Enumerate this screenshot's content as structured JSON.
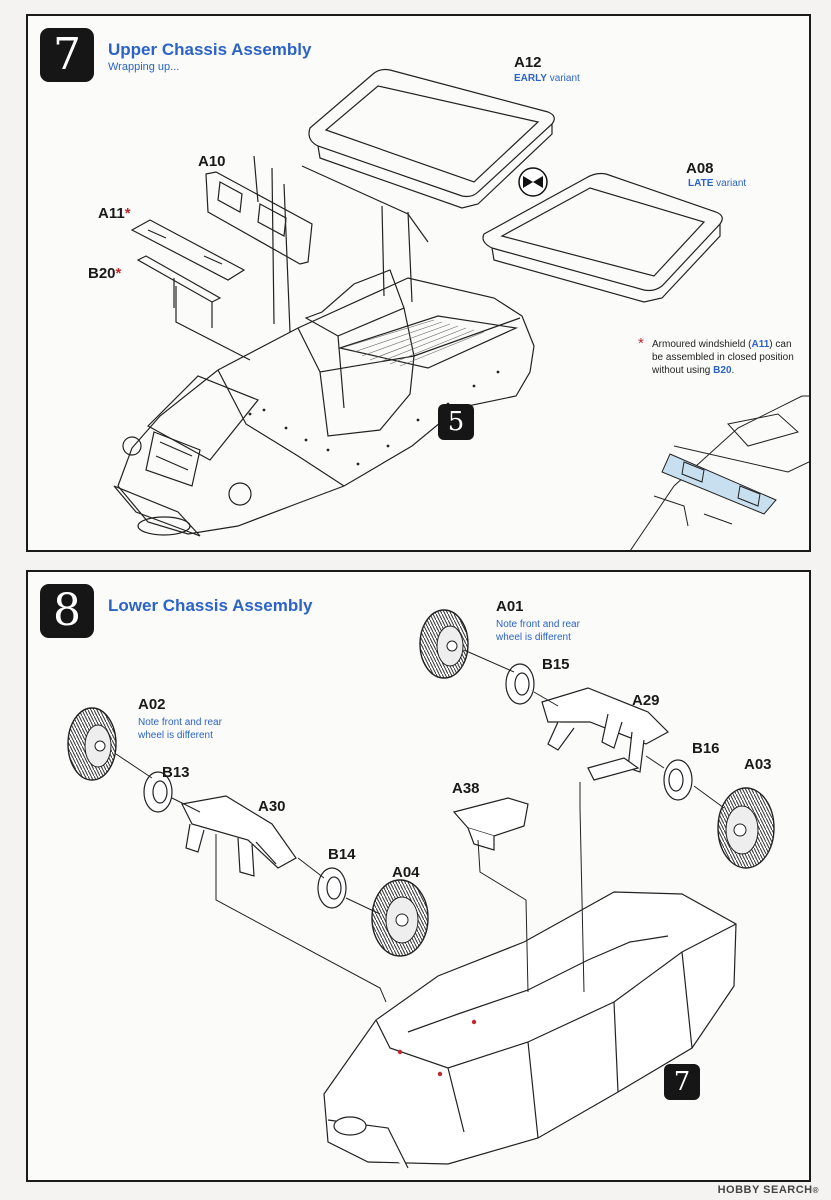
{
  "step7": {
    "number": "7",
    "title": "Upper Chassis Assembly",
    "subtitle": "Wrapping up...",
    "ref_step": "5",
    "parts": {
      "a12": "A12",
      "a10": "A10",
      "a11": "A11",
      "b20": "B20",
      "a08": "A08",
      "star": "*"
    },
    "variants": {
      "early_code": "EARLY",
      "late_code": "LATE",
      "word": "variant"
    },
    "note": {
      "star": "*",
      "line1_pre": "Armoured windshield (",
      "line1_part": "A11",
      "line1_post": ") can",
      "line2": "be assembled in closed position",
      "line3_pre": "without using ",
      "line3_part": "B20",
      "line3_post": "."
    }
  },
  "step8": {
    "number": "8",
    "title": "Lower Chassis Assembly",
    "ref_step": "7",
    "parts": {
      "a01": "A01",
      "b15": "B15",
      "a29": "A29",
      "b16": "B16",
      "a03": "A03",
      "a02": "A02",
      "b13": "B13",
      "a30": "A30",
      "a38": "A38",
      "b14": "B14",
      "a04": "A04"
    },
    "wheel_note": {
      "line1": "Note front and rear",
      "line2": "wheel is different"
    }
  },
  "watermark": {
    "brand": "HOBBY SEARCH",
    "reg": "®"
  }
}
